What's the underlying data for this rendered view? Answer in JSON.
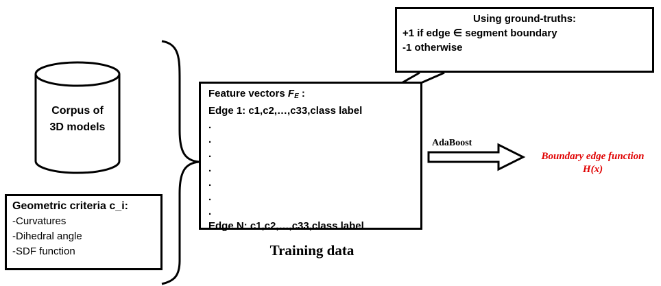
{
  "corpus": {
    "line1": "Corpus of",
    "line2": "3D models"
  },
  "criteria": {
    "title": "Geometric criteria c_i:",
    "items": [
      "-Curvatures",
      "-Dihedral angle",
      "-SDF function"
    ]
  },
  "callout": {
    "title": "Using ground-truths:",
    "line1": "+1 if edge ∈ segment boundary",
    "line2": "-1 otherwise"
  },
  "features": {
    "title_text": "Feature vectors ",
    "title_symbol": "F",
    "title_subscript": "E",
    "title_colon": " :",
    "first_edge": "Edge 1: c1,c2,…,c33,class label",
    "dots": [
      ".",
      ".",
      ".",
      ".",
      ".",
      ".",
      "."
    ],
    "last_edge": "Edge N: c1,c2,…,c33,class label"
  },
  "training_label": "Training data",
  "adaboost_label": "AdaBoost",
  "output": {
    "line1": "Boundary edge function",
    "line2": "H(x)",
    "color": "#e00000"
  }
}
